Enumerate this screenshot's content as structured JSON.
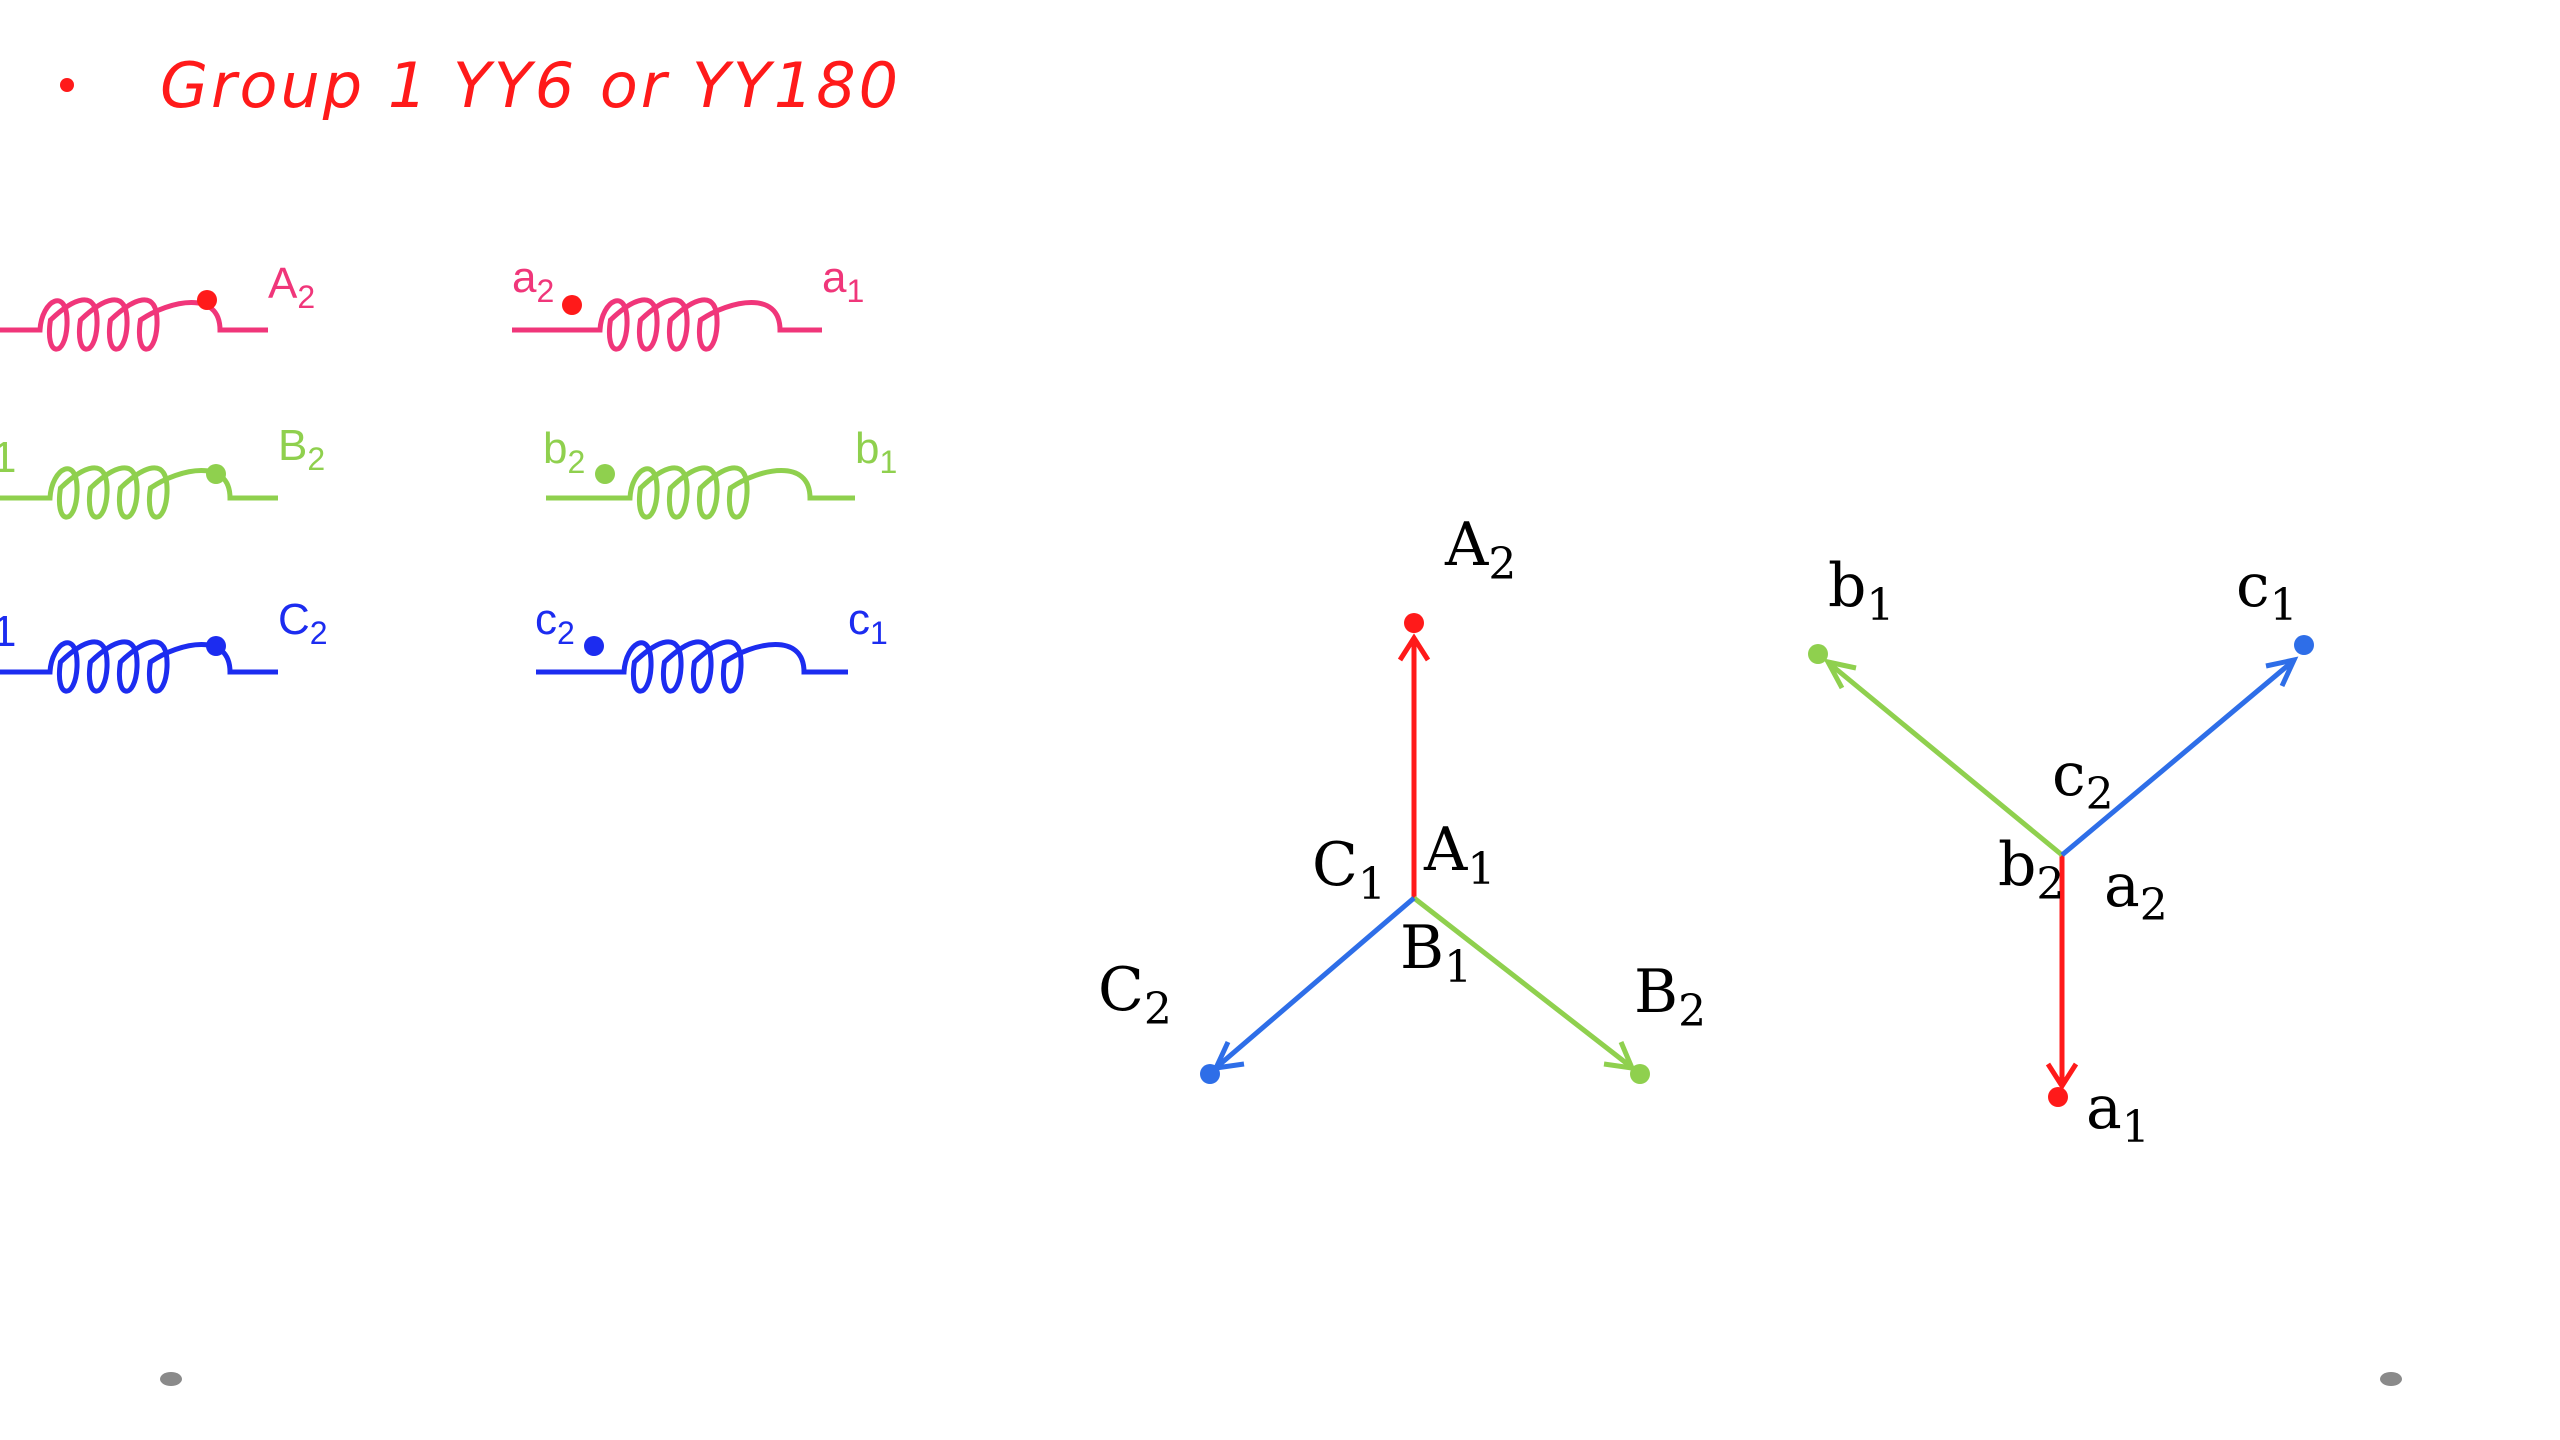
{
  "title": {
    "text": "Group 1 YY6 or YY180"
  },
  "colors": {
    "title": "#ff1a1a",
    "phase_a_coil": "#f0367a",
    "phase_a_phasor": "#ff1a1a",
    "phase_b": "#8fd04e",
    "phase_c": "#1c2cf0",
    "phase_c_phasor": "#2e6ee8",
    "nav": "#8a8a8a"
  },
  "windings": {
    "primary": [
      {
        "phase": "a",
        "left_label": "",
        "right_label_base": "A",
        "right_label_sub": "2"
      },
      {
        "phase": "b",
        "left_label": "1",
        "right_label_base": "B",
        "right_label_sub": "2"
      },
      {
        "phase": "c",
        "left_label": "1",
        "right_label_base": "C",
        "right_label_sub": "2"
      }
    ],
    "secondary": [
      {
        "phase": "a",
        "left_label_base": "a",
        "left_label_sub": "2",
        "right_label_base": "a",
        "right_label_sub": "1"
      },
      {
        "phase": "b",
        "left_label_base": "b",
        "left_label_sub": "2",
        "right_label_base": "b",
        "right_label_sub": "1"
      },
      {
        "phase": "c",
        "left_label_base": "c",
        "left_label_sub": "2",
        "right_label_base": "c",
        "right_label_sub": "1"
      }
    ]
  },
  "primary_star": {
    "tips": [
      {
        "base": "A",
        "sub": "2"
      },
      {
        "base": "B",
        "sub": "2"
      },
      {
        "base": "C",
        "sub": "2"
      }
    ],
    "center_labels": [
      {
        "base": "A",
        "sub": "1"
      },
      {
        "base": "B",
        "sub": "1"
      },
      {
        "base": "C",
        "sub": "1"
      }
    ]
  },
  "secondary_star": {
    "tips": [
      {
        "base": "a",
        "sub": "1"
      },
      {
        "base": "b",
        "sub": "1"
      },
      {
        "base": "c",
        "sub": "1"
      }
    ],
    "center_labels": [
      {
        "base": "a",
        "sub": "2"
      },
      {
        "base": "b",
        "sub": "2"
      },
      {
        "base": "c",
        "sub": "2"
      }
    ]
  }
}
